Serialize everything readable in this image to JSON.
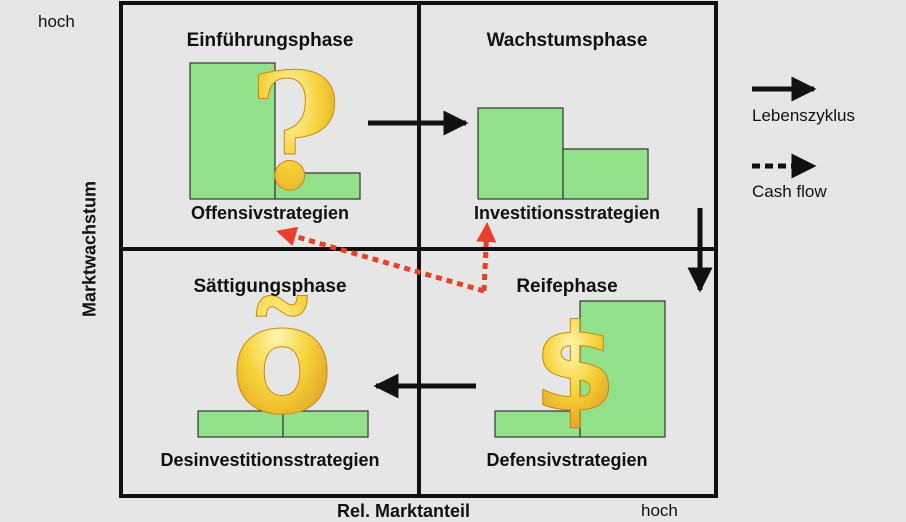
{
  "axes": {
    "y_label": "Marktwachstum",
    "y_high": "hoch",
    "x_label": "Rel. Marktanteil",
    "x_high": "hoch"
  },
  "quadrants": {
    "top_left": {
      "title": "Einführungsphase",
      "strategy": "Offensivstrategien",
      "symbol": "?"
    },
    "top_right": {
      "title": "Wachstumsphase",
      "strategy": "Investitionsstrategien"
    },
    "bottom_left": {
      "title": "Sättigungsphase",
      "strategy": "Desinvestitionsstrategien",
      "symbol": "õ"
    },
    "bottom_right": {
      "title": "Reifephase",
      "strategy": "Defensivstrategien",
      "symbol": "$"
    }
  },
  "legend": {
    "lifecycle": "Lebenszyklus",
    "cashflow": "Cash flow"
  },
  "colors": {
    "bar_green": "#92e08a",
    "gold": "#f0c020",
    "cashflow_red": "#e8402a",
    "line": "#111111"
  }
}
